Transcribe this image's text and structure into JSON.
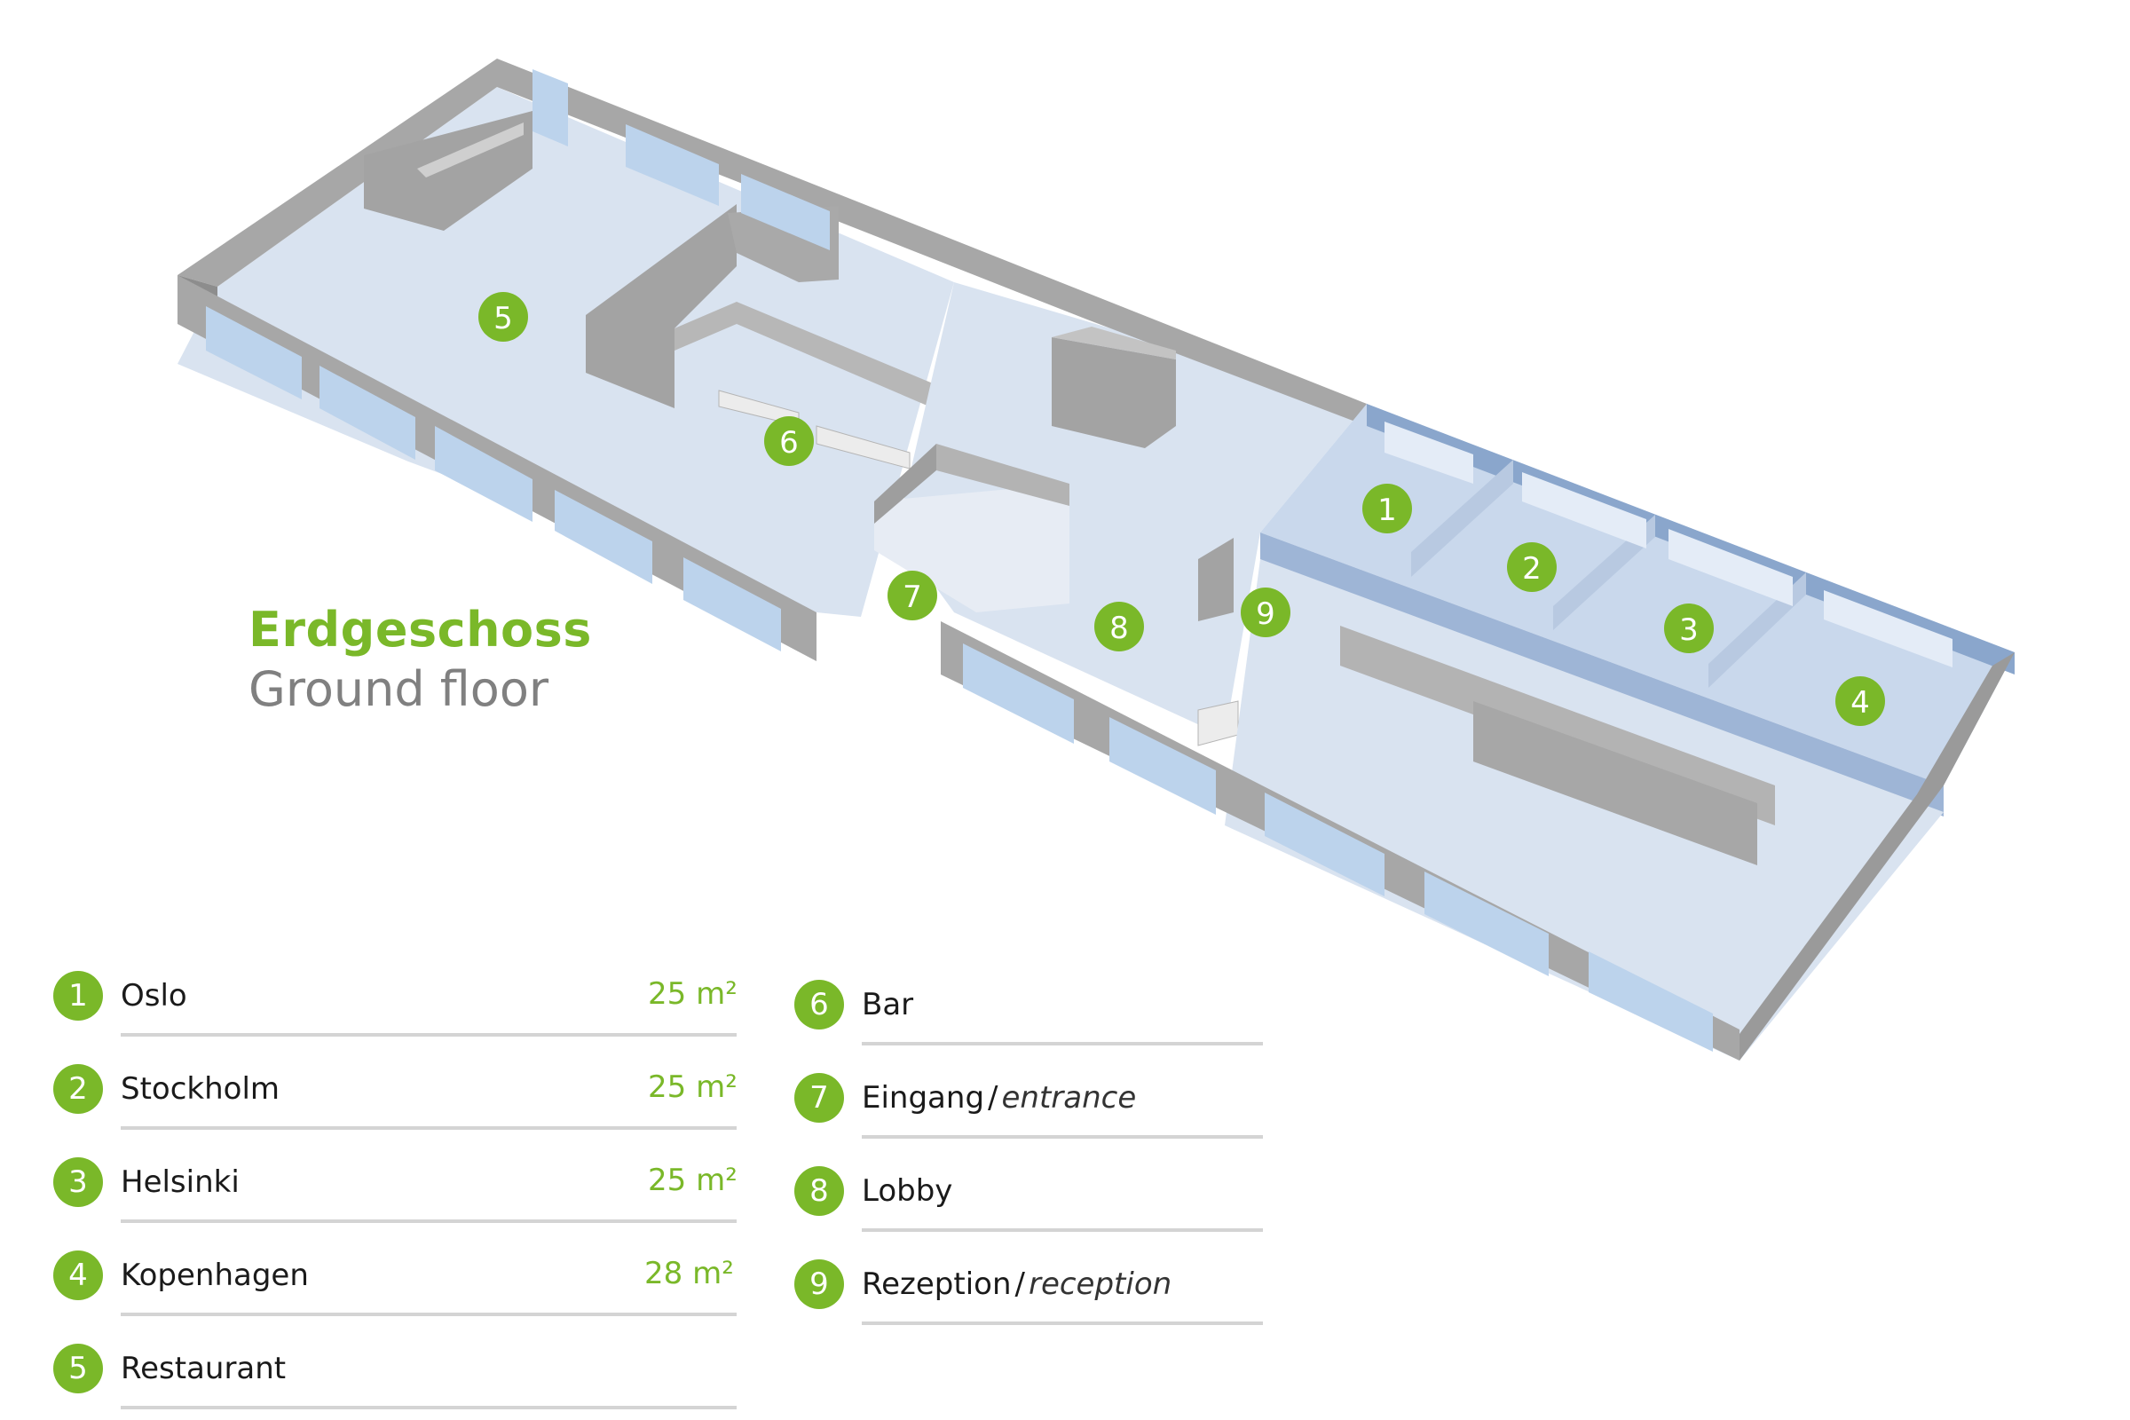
{
  "title": {
    "de": "Erdgeschoss",
    "en": "Ground floor"
  },
  "colors": {
    "accent": "#7ab829",
    "wall": "#a7a7a7",
    "floor": "#d9e3f0",
    "room_floor": "#c9d8ec",
    "window": "#bcd3ec",
    "rule": "#d4d4d4"
  },
  "legend": {
    "left": [
      {
        "num": "1",
        "name": "Oslo",
        "area": "25 m²"
      },
      {
        "num": "2",
        "name": "Stockholm",
        "area": "25 m²"
      },
      {
        "num": "3",
        "name": "Helsinki",
        "area": "25 m²"
      },
      {
        "num": "4",
        "name": "Kopenhagen",
        "area": "28 m²"
      },
      {
        "num": "5",
        "name": "Restaurant",
        "area": ""
      }
    ],
    "right": [
      {
        "num": "6",
        "name": "Bar",
        "sep": "",
        "translation": ""
      },
      {
        "num": "7",
        "name": "Eingang",
        "sep": "/",
        "translation": "entrance"
      },
      {
        "num": "8",
        "name": "Lobby",
        "sep": "",
        "translation": ""
      },
      {
        "num": "9",
        "name": "Rezeption",
        "sep": "/",
        "translation": "reception"
      }
    ]
  },
  "map_markers": [
    "1",
    "2",
    "3",
    "4",
    "5",
    "6",
    "7",
    "8",
    "9"
  ]
}
